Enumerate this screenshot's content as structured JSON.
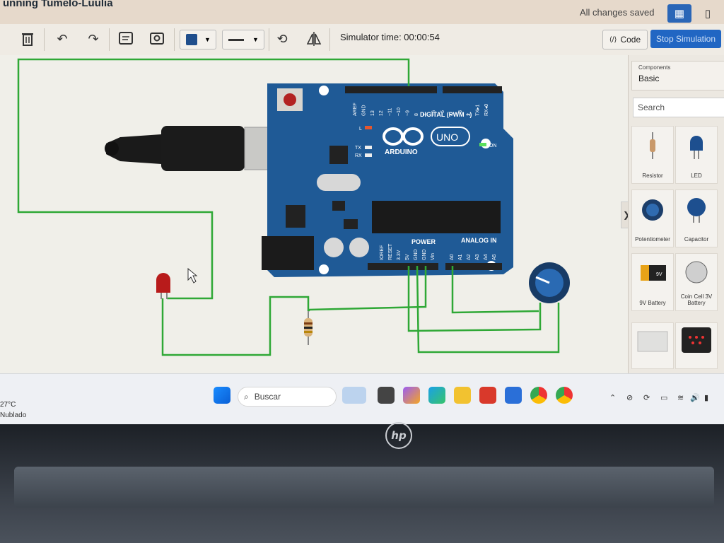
{
  "titlebar": {
    "title": "unning Tumelo-Luulia",
    "saved_status": "All changes saved"
  },
  "toolbar": {
    "simulator_label": "Simulator time: 00:00:54",
    "code_label": "Code",
    "stop_label": "Stop Simulation",
    "fill_color": "#1f4e8c"
  },
  "arduino": {
    "digital_label": "DIGITAL (PWM ~)",
    "brand": "ARDUINO",
    "model": "UNO",
    "power_label": "POWER",
    "analog_label": "ANALOG IN",
    "on_label": "ON",
    "tx": "TX",
    "rx": "RX",
    "l": "L",
    "digital_pins": [
      "AREF",
      "GND",
      "13",
      "12",
      "~11",
      "~10",
      "~9",
      "8",
      "7",
      "~6",
      "~5",
      "4",
      "~3",
      "2",
      "TX▸1",
      "RX◂0"
    ],
    "power_pins": [
      "IOREF",
      "RESET",
      "3.3V",
      "5V",
      "GND",
      "GND",
      "Vin"
    ],
    "analog_pins": [
      "A0",
      "A1",
      "A2",
      "A3",
      "A4",
      "A5"
    ]
  },
  "panel": {
    "category_label": "Components",
    "category_value": "Basic",
    "search_placeholder": "Search",
    "components": [
      "Resistor",
      "LED",
      "Potentiometer",
      "Capacitor",
      "9V Battery",
      "Coin Cell 3V Battery",
      "",
      ""
    ]
  },
  "taskbar": {
    "temperature": "27°C",
    "weather": "Nublado",
    "search": "Buscar"
  },
  "colors": {
    "wire": "#2fa836",
    "board": "#1f5a96",
    "stop_button": "#2166c3"
  }
}
